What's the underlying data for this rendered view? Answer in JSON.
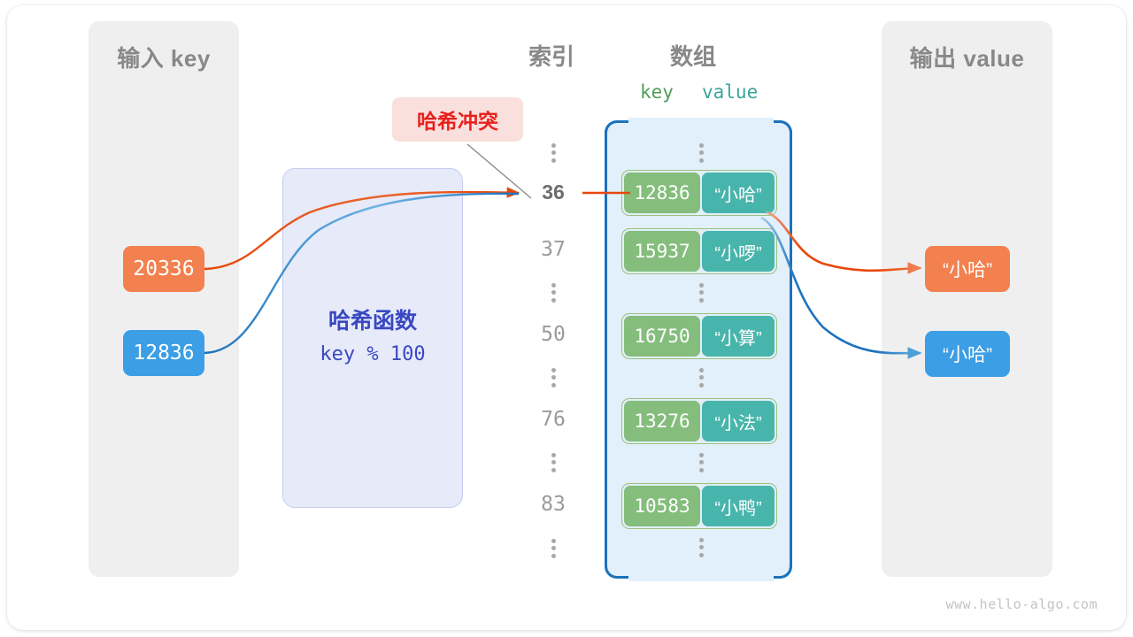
{
  "panels": {
    "input": {
      "title": "输入 key"
    },
    "output": {
      "title": "输出 value"
    }
  },
  "hash_function": {
    "title": "哈希函数",
    "formula": "key % 100"
  },
  "collision": {
    "label": "哈希冲突",
    "color": "#e8211c",
    "background": "#fae0dd"
  },
  "headers": {
    "index": "索引",
    "array": "数组",
    "key": "key",
    "value": "value"
  },
  "input_keys": [
    {
      "text": "20336",
      "color": "#f2814f"
    },
    {
      "text": "12836",
      "color": "#3c9ee5"
    }
  ],
  "output_values": [
    {
      "text": "“小哈”",
      "color": "#f2814f"
    },
    {
      "text": "“小哈”",
      "color": "#3c9ee5"
    }
  ],
  "dots": "⋮",
  "table": {
    "columns": [
      "index",
      "key",
      "value"
    ],
    "rows": [
      {
        "index": "36",
        "key": "12836",
        "value": "“小哈”",
        "highlight": true
      },
      {
        "index": "37",
        "key": "15937",
        "value": "“小啰”",
        "highlight": false
      },
      {
        "index": "50",
        "key": "16750",
        "value": "“小算”",
        "highlight": false
      },
      {
        "index": "76",
        "key": "13276",
        "value": "“小法”",
        "highlight": false
      },
      {
        "index": "83",
        "key": "10583",
        "value": "“小鸭”",
        "highlight": false
      }
    ]
  },
  "colors": {
    "key_cell": "#84bd7c",
    "value_cell": "#48b5ac",
    "array_fill": "#e1f0fb",
    "array_border": "#1c72bd",
    "hash_fill": "#e6eaf9",
    "hash_text": "#3a48c2",
    "panel_fill": "#efefef",
    "orange": "#f2814f",
    "blue": "#3c9ee5"
  },
  "footer": {
    "text": "www.hello-algo.com"
  }
}
